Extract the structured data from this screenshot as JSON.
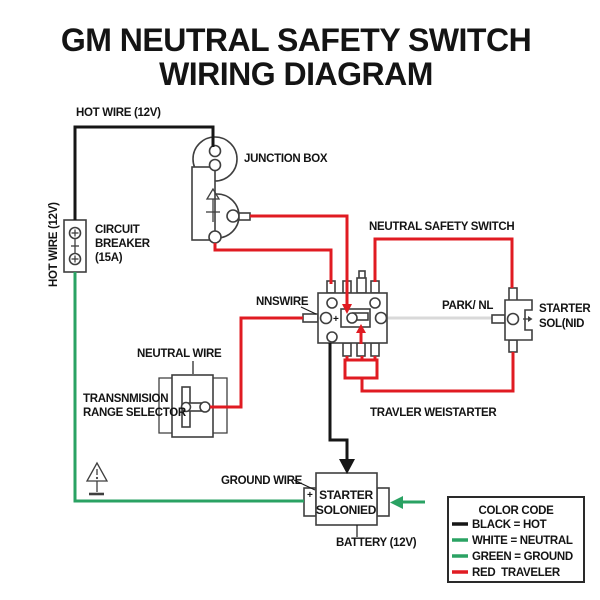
{
  "title": {
    "line1": "GM NEUTRAL SAFETY SWITCH",
    "line2": "WIRING DIAGRAM"
  },
  "colors": {
    "hot_black": "#161616",
    "red": "#e01b22",
    "green": "#2aa263",
    "white_wire": "#d9d9d9",
    "outline_gray": "#3f3f3f"
  },
  "labels": {
    "hot_wire_top": "HOT WIRE (12V)",
    "hot_wire_left": "HOT WIRE (12V)",
    "circuit_breaker_line1": "CIRCUIT",
    "circuit_breaker_line2": "BREAKER",
    "circuit_breaker_line3": "(15A)",
    "junction_box": "JUNCTION BOX",
    "neutral_safety_switch": "NEUTRAL SAFETY SWITCH",
    "nnswire": "NNSWIRE",
    "park_nl": "PARK/ NL",
    "starter_solenoid_line1": "STARTER",
    "starter_solenoid_line2": "SOL(NID",
    "neutral_wire": "NEUTRAL WIRE",
    "transmission_line1": "TRANSNMISION",
    "transmission_line2": "RANGE SELECTOR",
    "travler": "TRAVLER WEISTARTER",
    "ground_wire": "GROUND WIRE",
    "starter_soloned_line1": "STARTER",
    "starter_soloned_line2": "SOLONIED",
    "battery": "BATTERY (12V)",
    "plus_sign": "+"
  },
  "legend": {
    "title": "COLOR CODE",
    "rows": [
      {
        "label": "BLACK = HOT",
        "color": "#161616"
      },
      {
        "label": "WHITE = NEUTRAL",
        "color": "#2aa263"
      },
      {
        "label": "GREEN = GROUND",
        "color": "#2aa263"
      },
      {
        "label": "RED  TRAVELER",
        "color": "#e01b22"
      }
    ]
  }
}
